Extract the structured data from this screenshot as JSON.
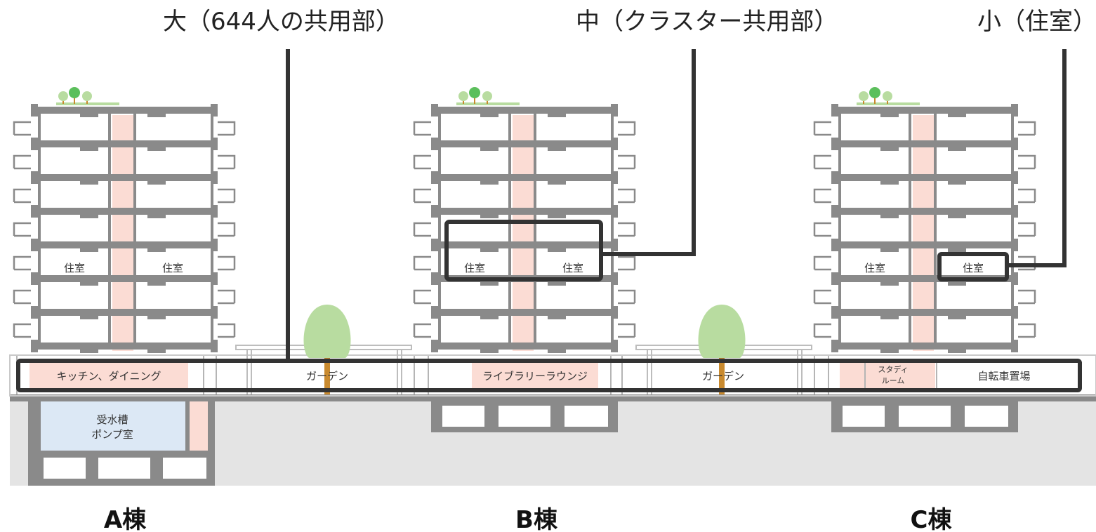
{
  "callouts": {
    "large": "大（644人の共用部）",
    "medium": "中（クラスター共用部）",
    "small": "小（住室）"
  },
  "buildings": {
    "a": {
      "label": "A棟",
      "unit_left": "住室",
      "unit_right": "住室",
      "ground_room": "キッチン、ダイニング",
      "basement_line1": "受水槽",
      "basement_line2": "ポンプ室"
    },
    "b": {
      "label": "B棟",
      "unit_left": "住室",
      "unit_right": "住室",
      "ground_room": "ライブラリーラウンジ"
    },
    "c": {
      "label": "C棟",
      "unit_left": "住室",
      "unit_right": "住室",
      "ground_study_line1": "スタディ",
      "ground_study_line2": "ルーム",
      "ground_room": "自転車置場"
    }
  },
  "gardens": {
    "left": "ガーデン",
    "right": "ガーデン"
  },
  "colors": {
    "structure": "#8a8a8a",
    "core": "#fbdcd4",
    "ground": "#e4e4e4",
    "water_tank": "#dce8f5",
    "tree": "#b8dca0",
    "tree_dark": "#5cbf5c",
    "trunk": "#c98a2e",
    "highlight": "#333333"
  }
}
